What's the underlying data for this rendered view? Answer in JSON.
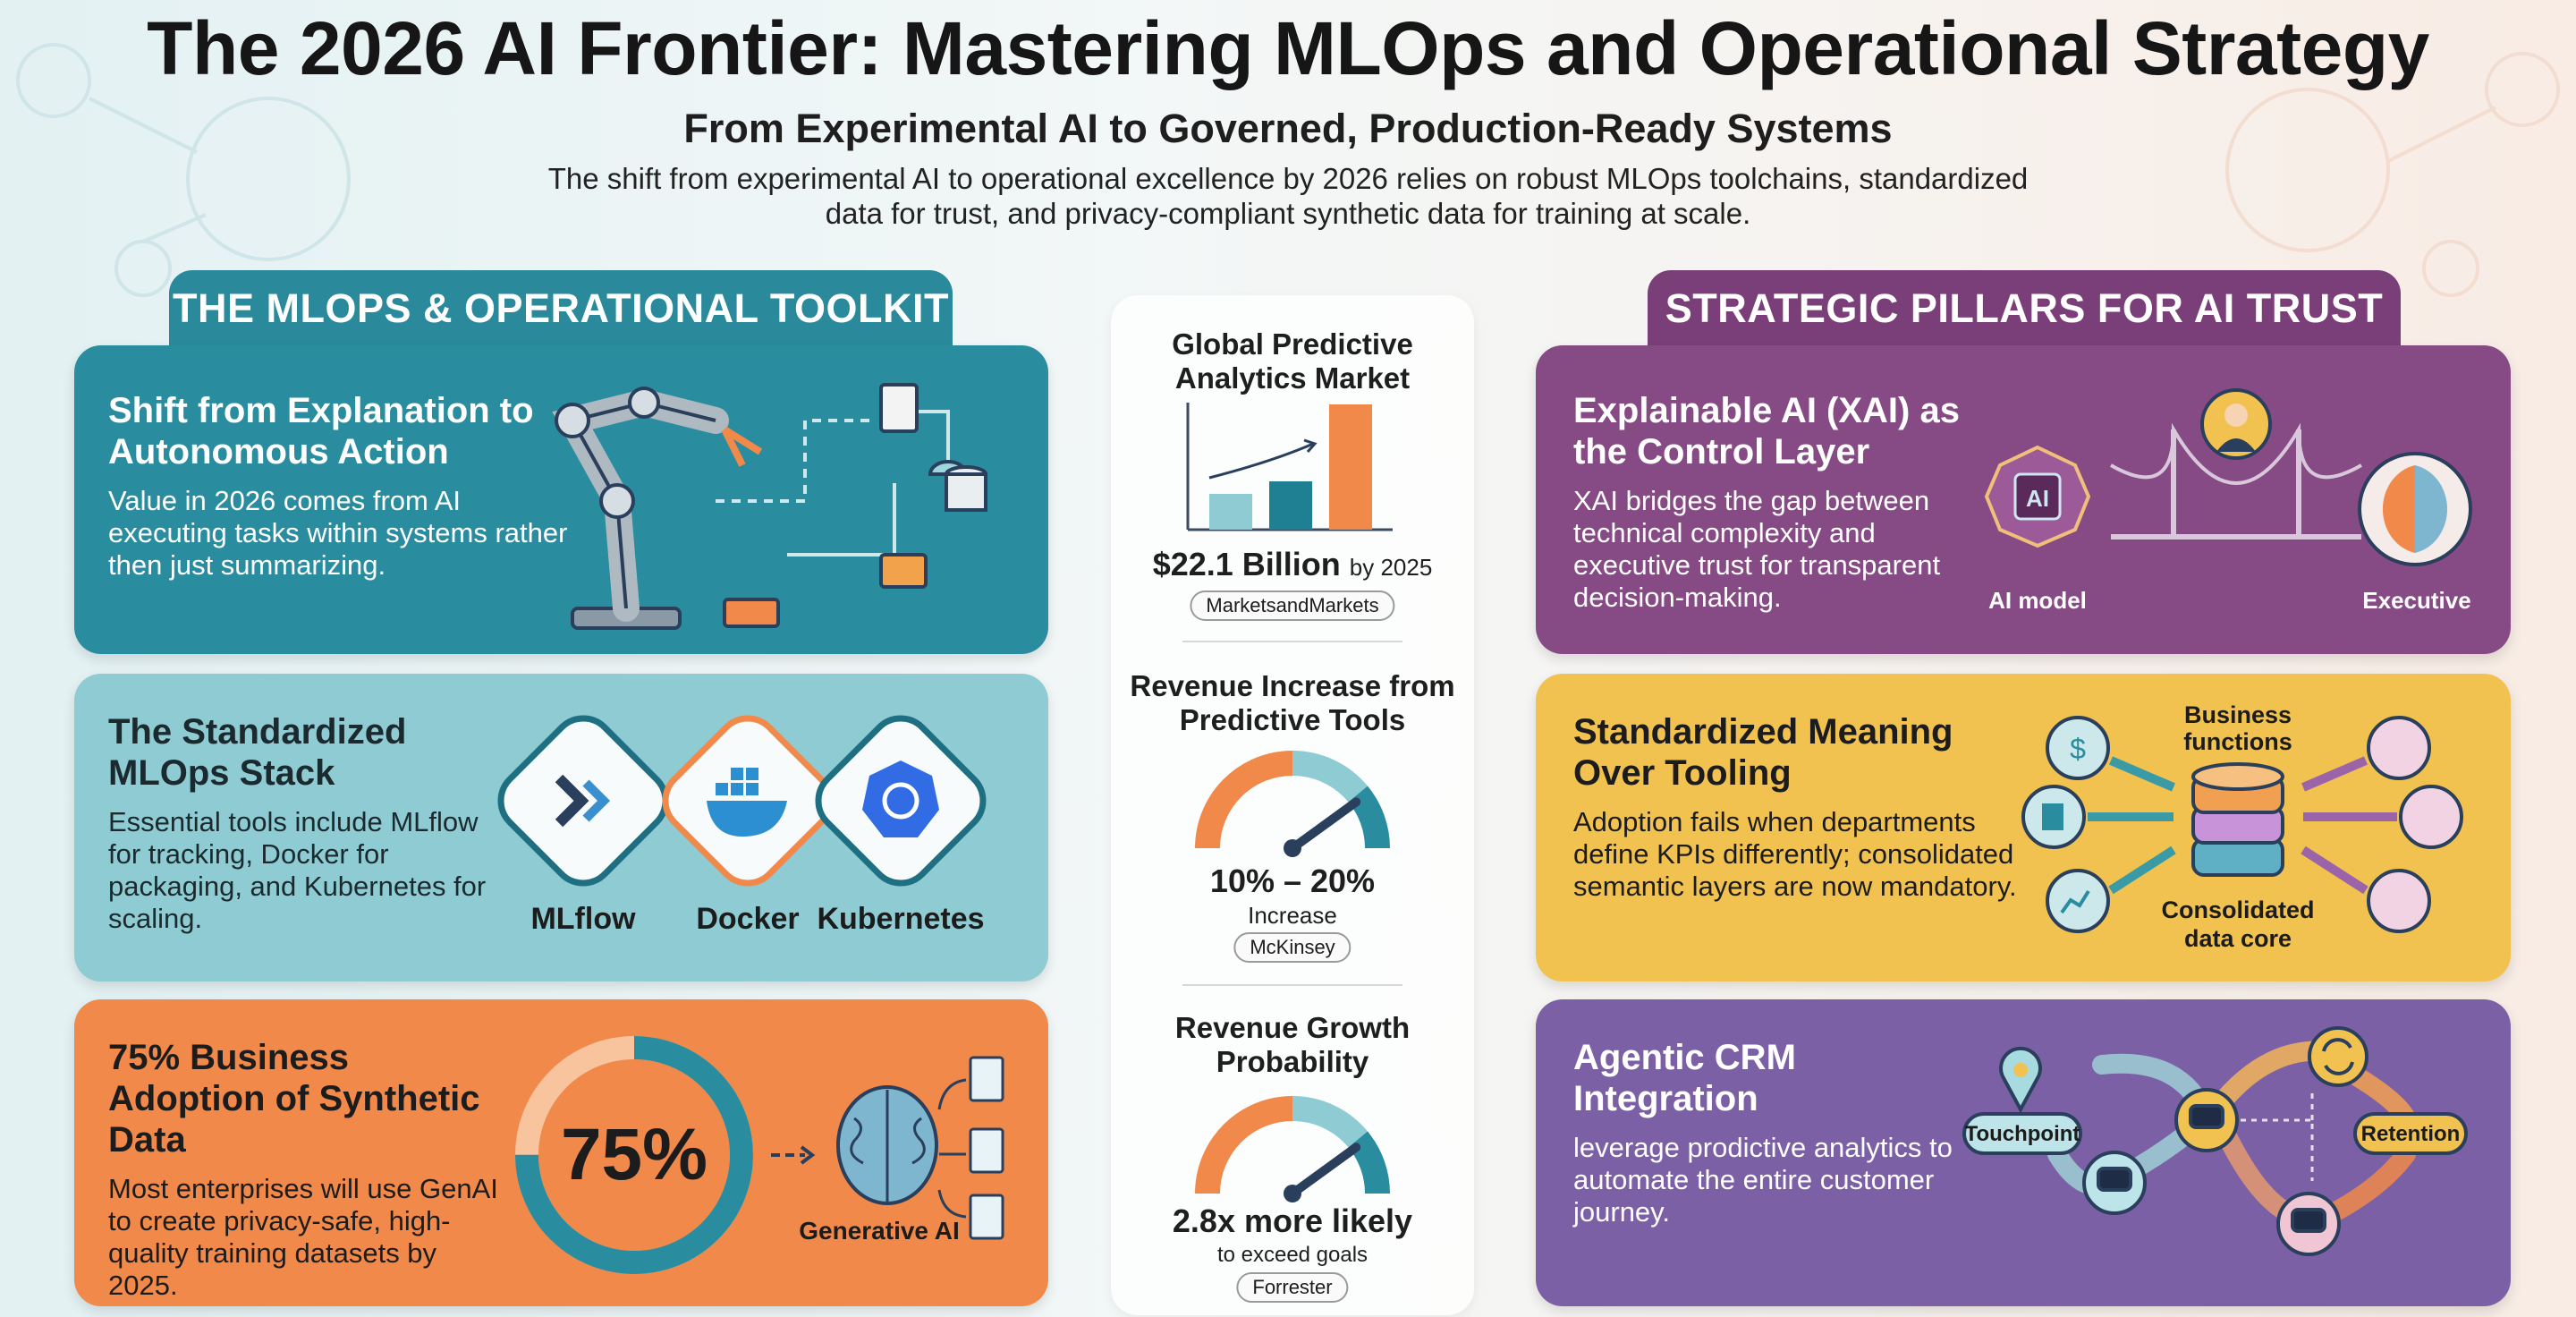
{
  "header": {
    "title": "The 2026 AI Frontier: Mastering MLOps and Operational Strategy",
    "subtitle": "From Experimental AI to Governed, Production-Ready Systems",
    "description": "The shift from experimental AI to operational excellence by 2026 relies on robust MLOps toolchains, standardized data for trust, and privacy-compliant synthetic data for training at scale."
  },
  "left": {
    "header": "THE MLOPS & OPERATIONAL TOOLKIT",
    "cards": [
      {
        "title": "Shift from Explanation to Autonomous Action",
        "body": "Value in 2026 comes from AI executing tasks within systems rather then just summarizing.",
        "icon": "robot-arm-workflow-icon"
      },
      {
        "title": "The Standardized MLOps Stack",
        "body": "Essential tools include MLflow for tracking, Docker for packaging, and Kubernetes for scaling.",
        "tools": [
          "MLflow",
          "Docker",
          "Kubernetes"
        ]
      },
      {
        "title": "75% Business Adoption of Synthetic Data",
        "body": "Most enterprises will use GenAI to create privacy-safe, high-quality training datasets by 2025.",
        "donut_value": "75%",
        "donut_fraction": 0.75,
        "brain_label": "Generative AI"
      }
    ]
  },
  "middle": {
    "market": {
      "title": "Global Predictive Analytics Market",
      "value": "$22.1 Billion",
      "suffix": "by 2025",
      "source": "MarketsandMarkets"
    },
    "revenue": {
      "title": "Revenue Increase from Predictive Tools",
      "value": "10% – 20%",
      "sub": "Increase",
      "source": "McKinsey",
      "gauge_level": 0.8
    },
    "growth": {
      "title": "Revenue Growth Probability",
      "value": "2.8x more likely",
      "sub": "to exceed goals",
      "source": "Forrester",
      "gauge_level": 0.8
    }
  },
  "right": {
    "header": "STRATEGIC PILLARS FOR AI TRUST",
    "cards": [
      {
        "title": "Explainable AI (XAI) as the Control Layer",
        "body": "XAI bridges the gap between technical complexity and executive trust for transparent decision-making.",
        "chip": "AI",
        "left_label": "AI model",
        "right_label": "Executive"
      },
      {
        "title": "Standardized Meaning Over Tooling",
        "body": "Adoption fails when departments define KPIs differently; consolidated semantic layers are now mandatory.",
        "top_label": "Business functions",
        "bottom_label": "Consolidated data core"
      },
      {
        "title": "Agentic CRM Integration",
        "body": "leverage prodictive analytics to automate the entire customer journey.",
        "start_label": "Touchpoint",
        "end_label": "Retention"
      }
    ]
  },
  "colors": {
    "teal": "#2a8d9f",
    "light_teal": "#8fcbd3",
    "orange": "#f0894a",
    "purple": "#864a85",
    "yellow": "#f2c250",
    "lavender": "#7c60a6",
    "dark_navy": "#2a3f5c"
  }
}
